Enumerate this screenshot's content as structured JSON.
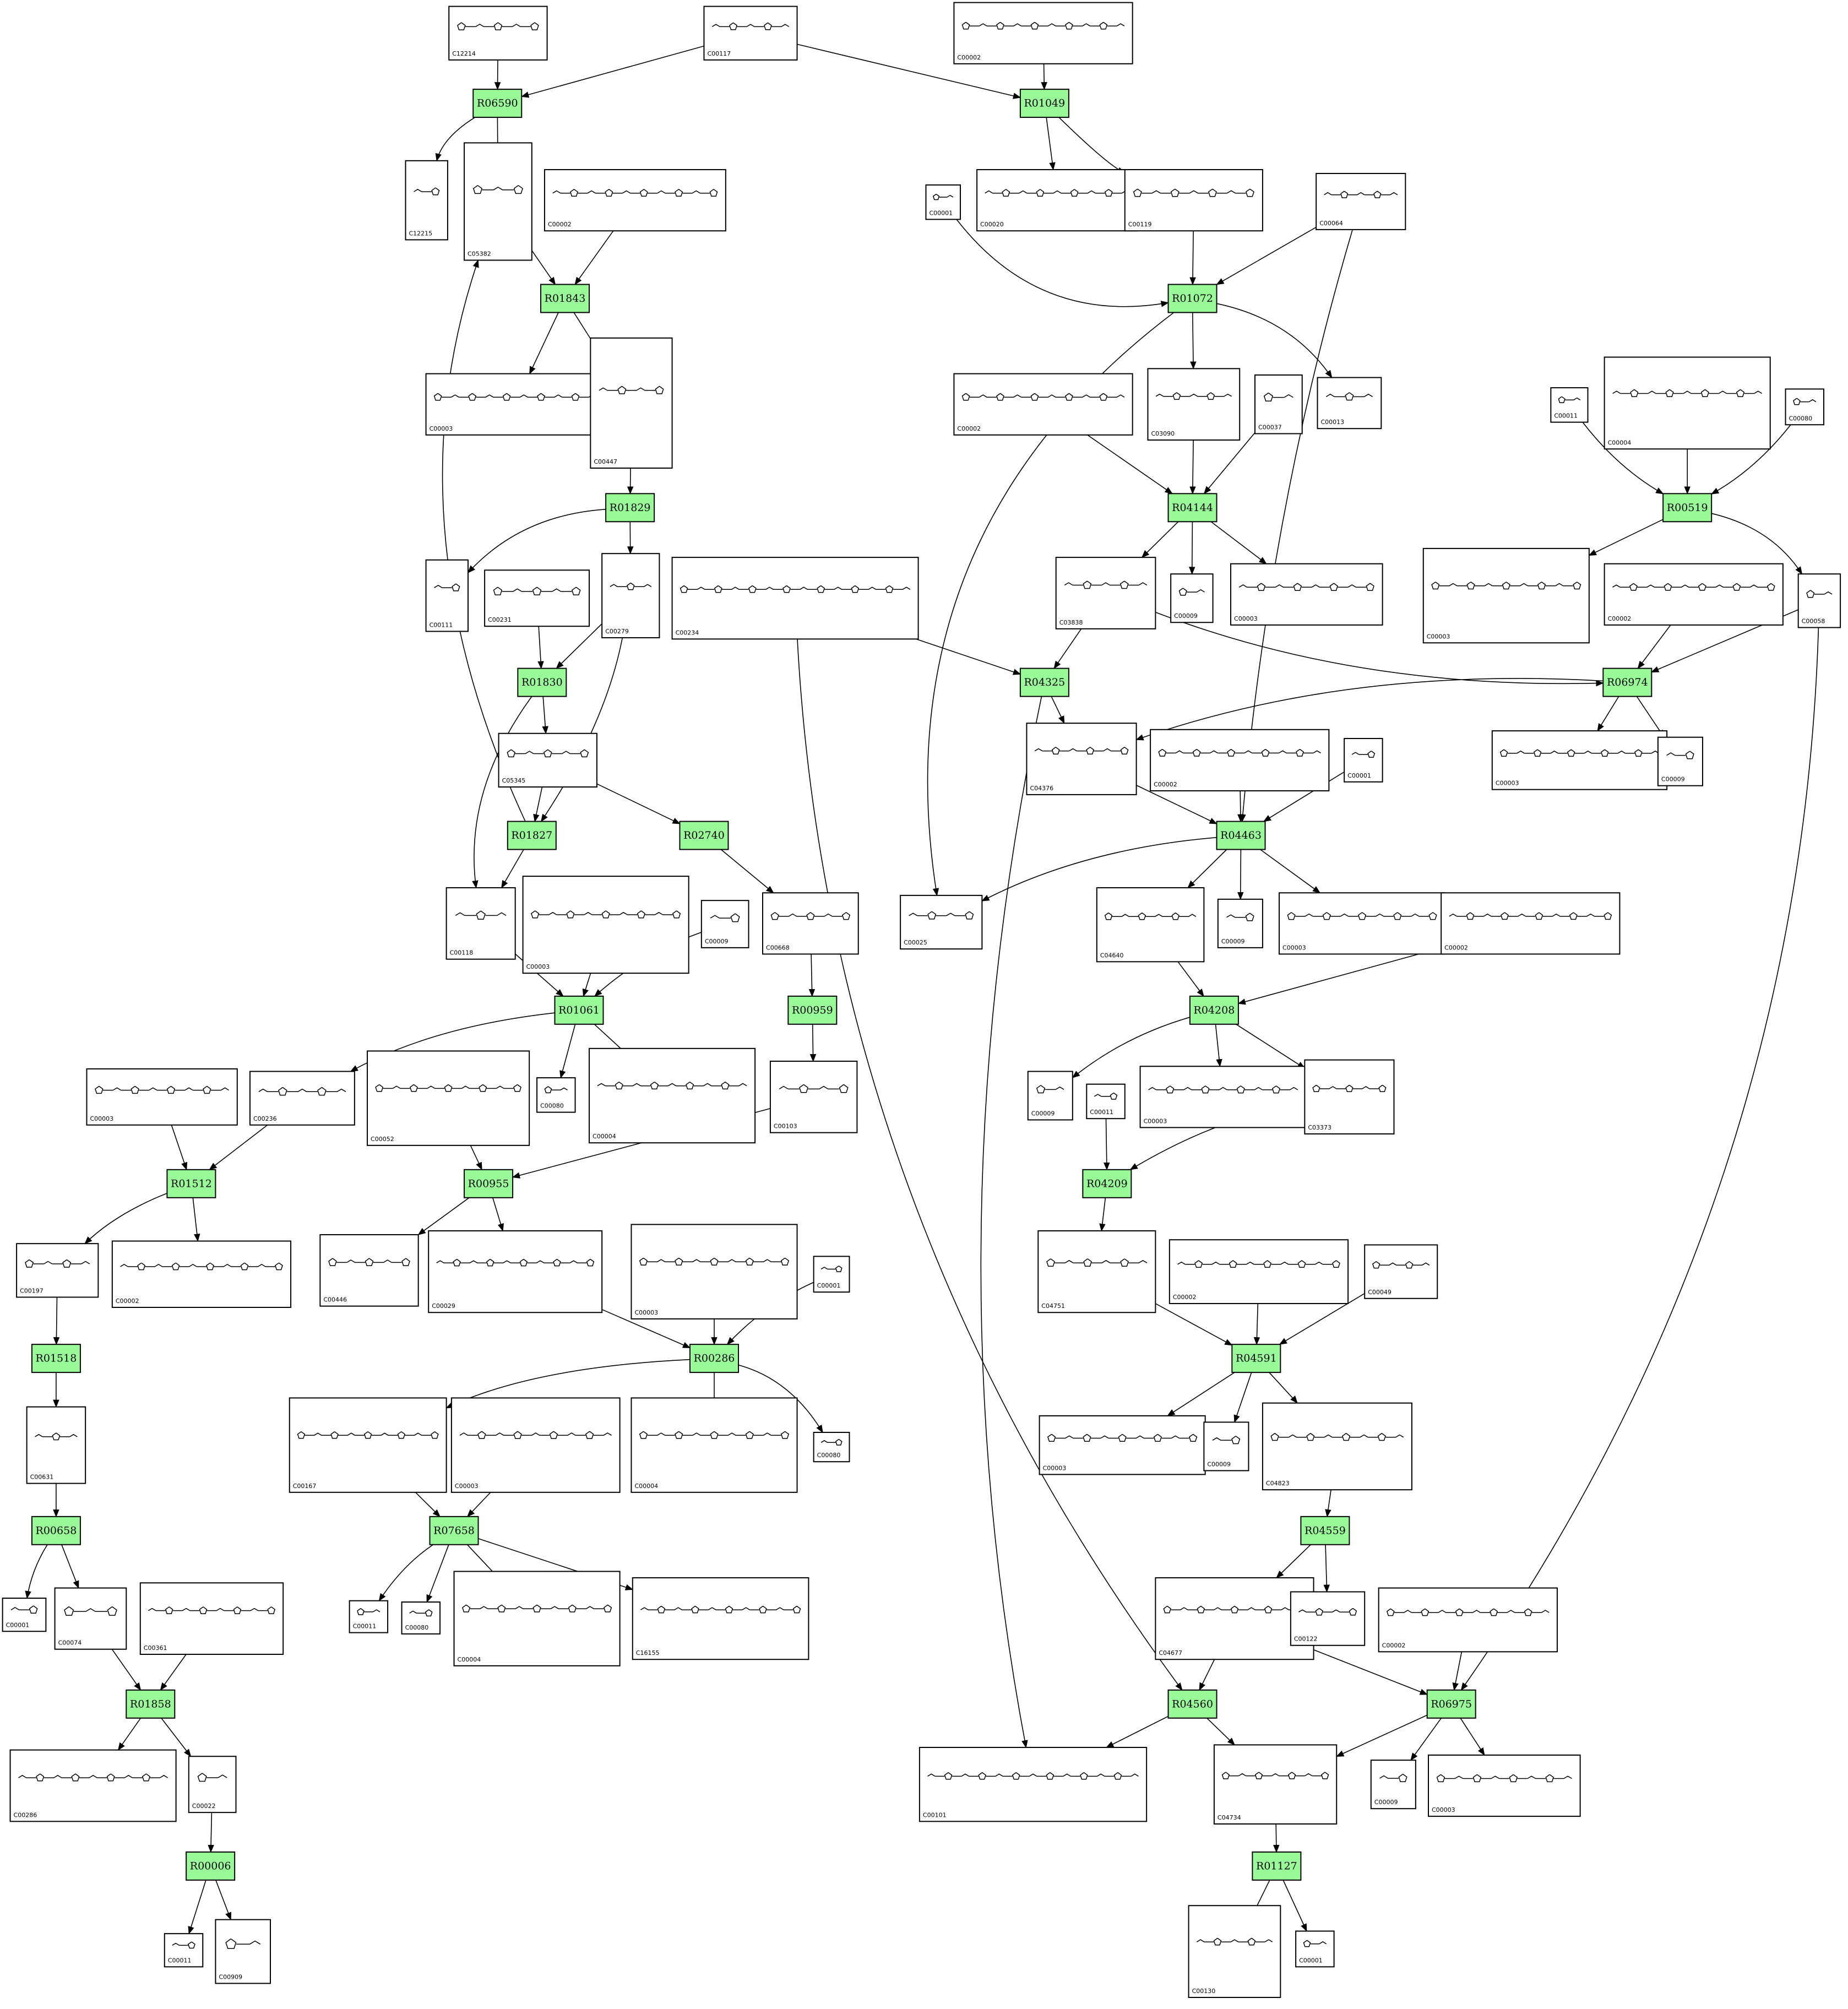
{
  "reactions": [
    "R06590",
    "R01049",
    "R01843",
    "R01072",
    "R00519",
    "R01829",
    "R04144",
    "R01830",
    "R04325",
    "R06974",
    "R02740",
    "R01827",
    "R04463",
    "R00959",
    "R01061",
    "R04208",
    "R01512",
    "R00955",
    "R04209",
    "R01518",
    "R00286",
    "R04591",
    "R07658",
    "R00658",
    "R04559",
    "R01858",
    "R04560",
    "R06975",
    "R00006",
    "R01127"
  ],
  "compounds": [
    "C12214",
    "C00117",
    "C00002",
    "C12215",
    "C05382",
    "C00002",
    "C00001",
    "C00020",
    "C00119",
    "C00064",
    "C00003",
    "C00447",
    "C00002",
    "C03090",
    "C00037",
    "C00013",
    "C00011",
    "C00004",
    "C00080",
    "C00111",
    "C00231",
    "C00279",
    "C00234",
    "C03838",
    "C00009",
    "C00003",
    "C00003",
    "C00002",
    "C00058",
    "C04376",
    "C00002",
    "C00001",
    "C00003",
    "C00009",
    "C05345",
    "C00118",
    "C00003",
    "C00009",
    "C00668",
    "C00025",
    "C04640",
    "C00009",
    "C00003",
    "C00002",
    "C00080",
    "C00004",
    "C00003",
    "C00236",
    "C00052",
    "C00103",
    "C00009",
    "C00003",
    "C03373",
    "C00011",
    "C00197",
    "C00002",
    "C00446",
    "C00029",
    "C00003",
    "C00001",
    "C04751",
    "C00002",
    "C00049",
    "C00631",
    "C00167",
    "C00003",
    "C00004",
    "C00080",
    "C00003",
    "C00009",
    "C04823",
    "C00001",
    "C00074",
    "C00361",
    "C00011",
    "C00080",
    "C00004",
    "C16155",
    "C04677",
    "C00122",
    "C00002",
    "C00286",
    "C00022",
    "C00101",
    "C04734",
    "C00009",
    "C00003",
    "C00011",
    "C00909",
    "C00130",
    "C00001"
  ]
}
